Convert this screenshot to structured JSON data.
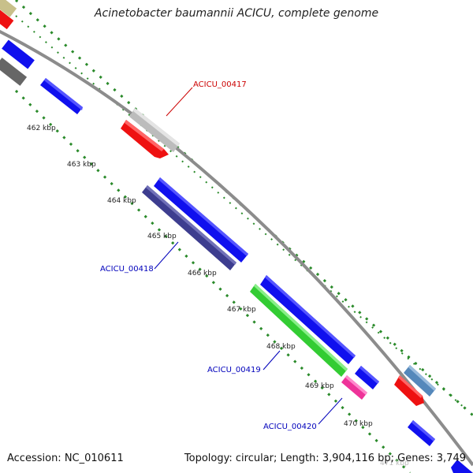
{
  "title": "Acinetobacter baumannii ACICU, complete genome",
  "footer": {
    "accession": "Accession: NC_010611",
    "summary": "Topology: circular; Length: 3,904,116 bp; Genes: 3,749"
  },
  "ticks": [
    "462 kbp",
    "463 kbp",
    "464 kbp",
    "465 kbp",
    "466 kbp",
    "467 kbp",
    "468 kbp",
    "469 kbp",
    "470 kbp",
    "471 kbp"
  ],
  "genes": [
    {
      "label": "ACICU_00417",
      "color": "#cc0000"
    },
    {
      "label": "ACICU_00418",
      "color": "#0000bb"
    },
    {
      "label": "ACICU_00419",
      "color": "#0000bb"
    },
    {
      "label": "ACICU_00420",
      "color": "#0000bb"
    }
  ],
  "colors": {
    "backbone": "#8c8c8c",
    "tick_dots": "#2a8a2a",
    "blue": "#1010ee",
    "red": "#ee1111",
    "gray": "#bcbcbc",
    "dark_gray": "#666666",
    "purple": "#3d3d8f",
    "green": "#33cc33",
    "pink": "#ee3399",
    "steel_blue": "#5588bb",
    "khaki": "#c8c08a"
  }
}
